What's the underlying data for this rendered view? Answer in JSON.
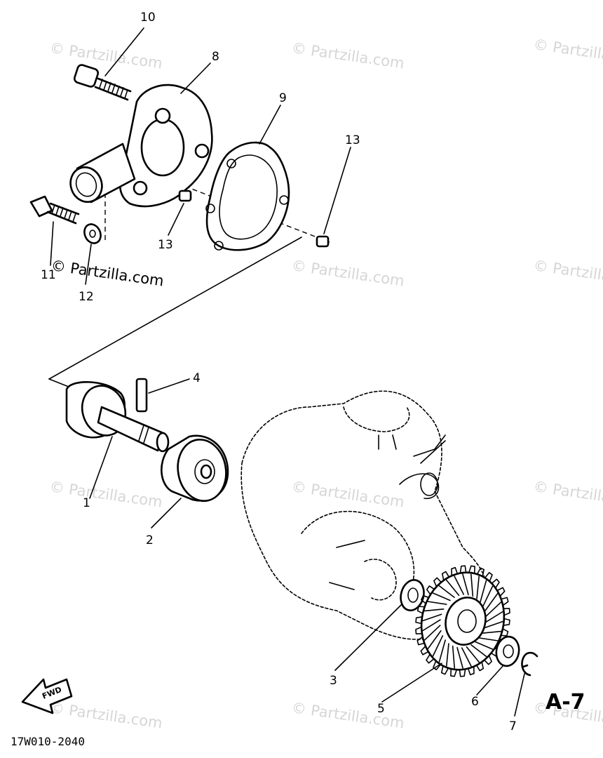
{
  "diagram": {
    "reference": "A-7",
    "figure_code": "17W010-2040",
    "direction_label": "FWD",
    "watermark": "© Partzilla.com",
    "watermark_primary": "© Partzilla.com",
    "callouts": {
      "c1": "1",
      "c2": "2",
      "c3": "3",
      "c4": "4",
      "c5": "5",
      "c6": "6",
      "c7": "7",
      "c8": "8",
      "c9": "9",
      "c10": "10",
      "c11": "11",
      "c12": "12",
      "c13a": "13",
      "c13b": "13"
    }
  }
}
